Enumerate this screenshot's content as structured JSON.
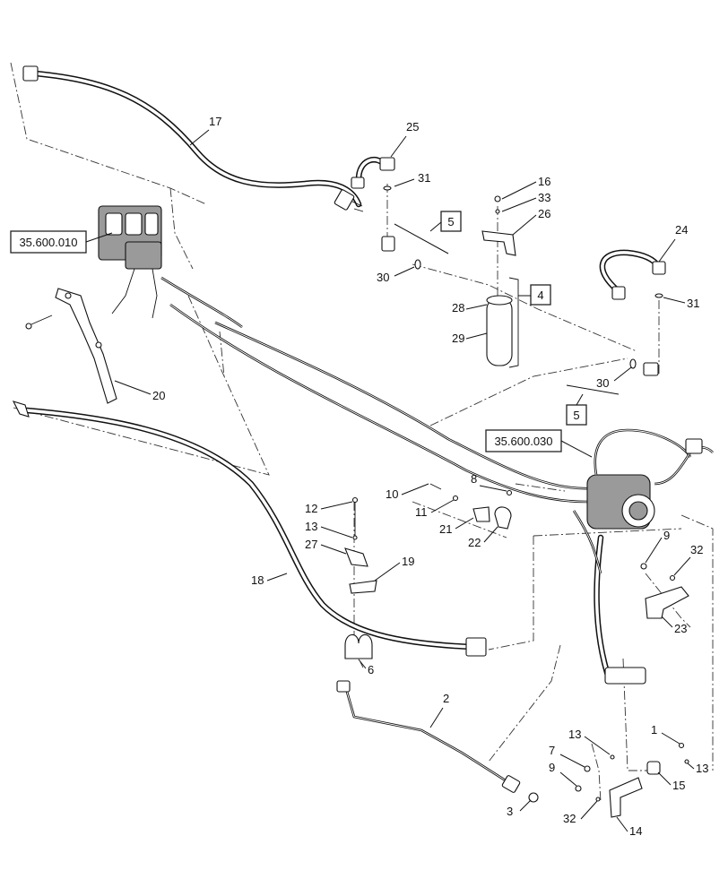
{
  "callouts": {
    "c1": "1",
    "c2": "2",
    "c3": "3",
    "c4": "4",
    "c5a": "5",
    "c5b": "5",
    "c6": "6",
    "c7": "7",
    "c8": "8",
    "c9a": "9",
    "c9b": "9",
    "c10": "10",
    "c11": "11",
    "c12": "12",
    "c13a": "13",
    "c13b": "13",
    "c13c": "13",
    "c14": "14",
    "c15": "15",
    "c16": "16",
    "c17": "17",
    "c18": "18",
    "c19": "19",
    "c20": "20",
    "c21": "21",
    "c22": "22",
    "c23": "23",
    "c24": "24",
    "c25": "25",
    "c26": "26",
    "c27": "27",
    "c28": "28",
    "c29": "29",
    "c30a": "30",
    "c30b": "30",
    "c31a": "31",
    "c31b": "31",
    "c32a": "32",
    "c32b": "32",
    "c33": "33"
  },
  "references": {
    "ref_35_600_010": "35.600.010",
    "ref_35_600_030": "35.600.030"
  }
}
